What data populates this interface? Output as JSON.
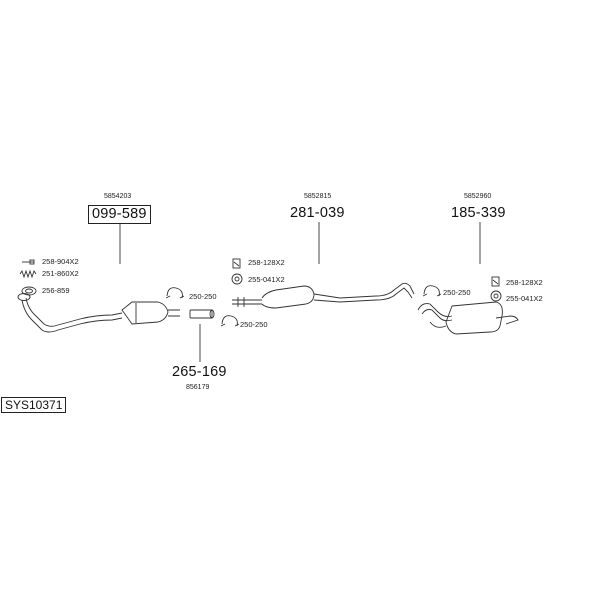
{
  "diagram": {
    "system_code": "SYS10371",
    "parts": [
      {
        "ref": "5854203",
        "number": "099-589",
        "boxed": true
      },
      {
        "ref": "5852815",
        "number": "281-039"
      },
      {
        "ref": "5852960",
        "number": "185-339"
      },
      {
        "ref": "856179",
        "number": "265-169"
      }
    ],
    "accessories": {
      "a1": "258-904X2",
      "a2": "251-860X2",
      "a3": "256-859",
      "a4": "250-250",
      "a5": "258-128X2",
      "a6": "255-041X2",
      "a7": "250-250",
      "a8": "250-250",
      "a9": "258-128X2",
      "a10": "255-041X2"
    }
  }
}
